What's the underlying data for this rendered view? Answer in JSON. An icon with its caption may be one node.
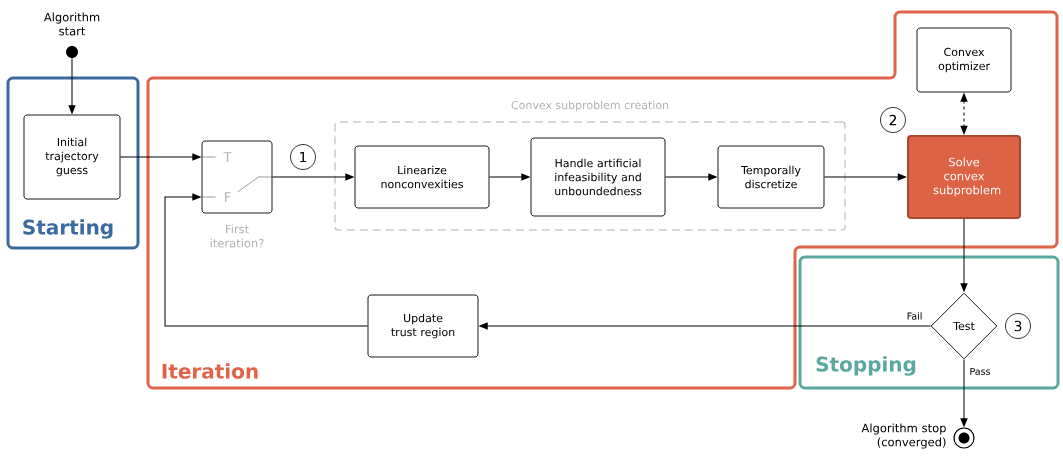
{
  "diagram": {
    "nodes": [
      {
        "text": [],
        "shape": "circle",
        "beside": [
          "Algorithm start"
        ]
      },
      {
        "text": [
          "Starting"
        ]
      },
      {
        "text": [
          "Initial trajectory guess"
        ],
        "in": 1
      },
      {
        "text": [
          "Iteration"
        ]
      },
      {
        "text": [
          "T",
          "F"
        ],
        "beside": [
          "First iteration?"
        ],
        "in": 3
      },
      {
        "text": [
          "Convex subproblem creation"
        ],
        "in": 3
      },
      {
        "text": [
          "Linearize nonconvexities"
        ],
        "in": 5
      },
      {
        "text": [
          "Handle artificial infeasibility and unboundedness"
        ],
        "in": 5
      },
      {
        "text": [
          "Temporally discretize"
        ],
        "in": 5
      },
      {
        "text": [
          "Convex optimizer"
        ],
        "in": 3
      },
      {
        "text": [
          "Solve convex subproblem"
        ],
        "in": 3
      },
      {
        "text": [
          "Stopping"
        ]
      },
      {
        "text": [
          "Test"
        ],
        "in": 11
      },
      {
        "text": [
          "Update trust region"
        ],
        "in": 3
      },
      {
        "text": [],
        "shape": "circle",
        "beside": [
          "Algorithm stop (converged)"
        ]
      }
    ],
    "edges": [
      {
        "from": 0,
        "to": 2,
        "arrow": "to"
      },
      {
        "from": 2,
        "to": 4,
        "arrow": "to"
      },
      {
        "from": 4,
        "to": 6,
        "arrow": "to"
      },
      {
        "from": 6,
        "to": 7,
        "arrow": "to"
      },
      {
        "from": 7,
        "to": 8,
        "arrow": "to"
      },
      {
        "from": 8,
        "to": 10,
        "arrow": "to"
      },
      {
        "from": 9,
        "to": 10,
        "arrow": "both",
        "style": "dashed"
      },
      {
        "from": 10,
        "to": 12,
        "arrow": "to"
      },
      {
        "from": 12,
        "to": 13,
        "arrow": "to",
        "label": "Fail"
      },
      {
        "from": 13,
        "to": 4,
        "arrow": "to"
      },
      {
        "from": 12,
        "to": 14,
        "arrow": "to",
        "label": "Pass"
      }
    ],
    "labels": [
      "1",
      "2",
      "3"
    ]
  }
}
